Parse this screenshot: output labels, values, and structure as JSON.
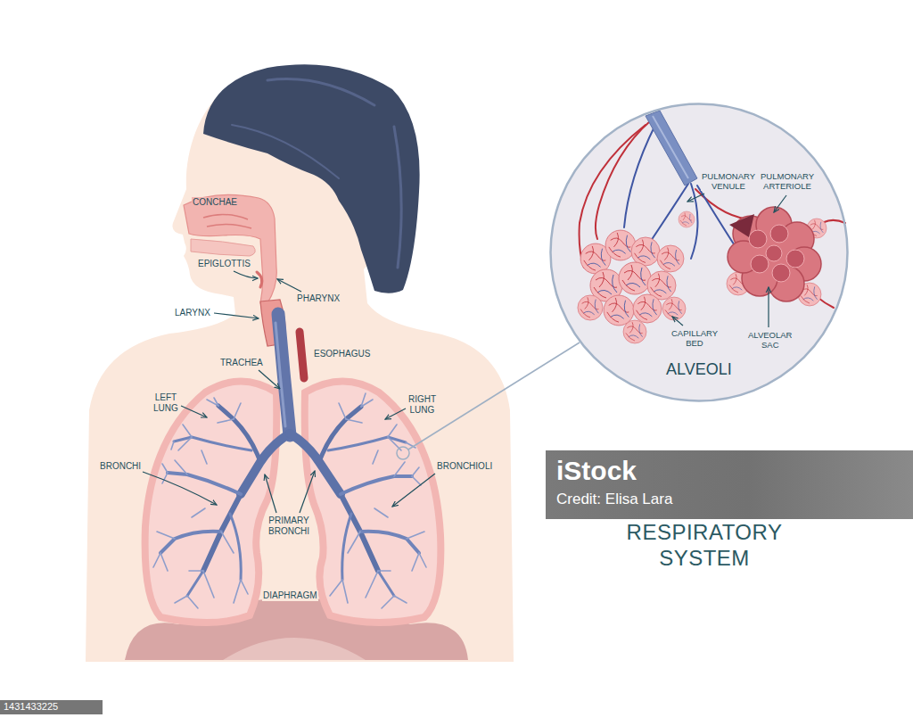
{
  "diagram": {
    "title": "RESPIRATORY SYSTEM",
    "nodes": [
      {
        "text": [
          "PULMONARY VENULE",
          "PULMONARY ARTERIOLE",
          "CAPILLARY BED",
          "ALVEOLAR SAC",
          "ALVEOLI"
        ]
      }
    ],
    "labels": [
      "CONCHAE",
      "EPIGLOTTIS",
      "PHARYNX",
      "LARYNX",
      "ESOPHAGUS",
      "TRACHEA",
      "LEFT LUNG",
      "RIGHT LUNG",
      "BRONCHI",
      "BRONCHIOLI",
      "PRIMARY BRONCHI",
      "DIAPHRAGM",
      "iStock",
      "Credit: Elisa Lara",
      "1431433225"
    ]
  }
}
